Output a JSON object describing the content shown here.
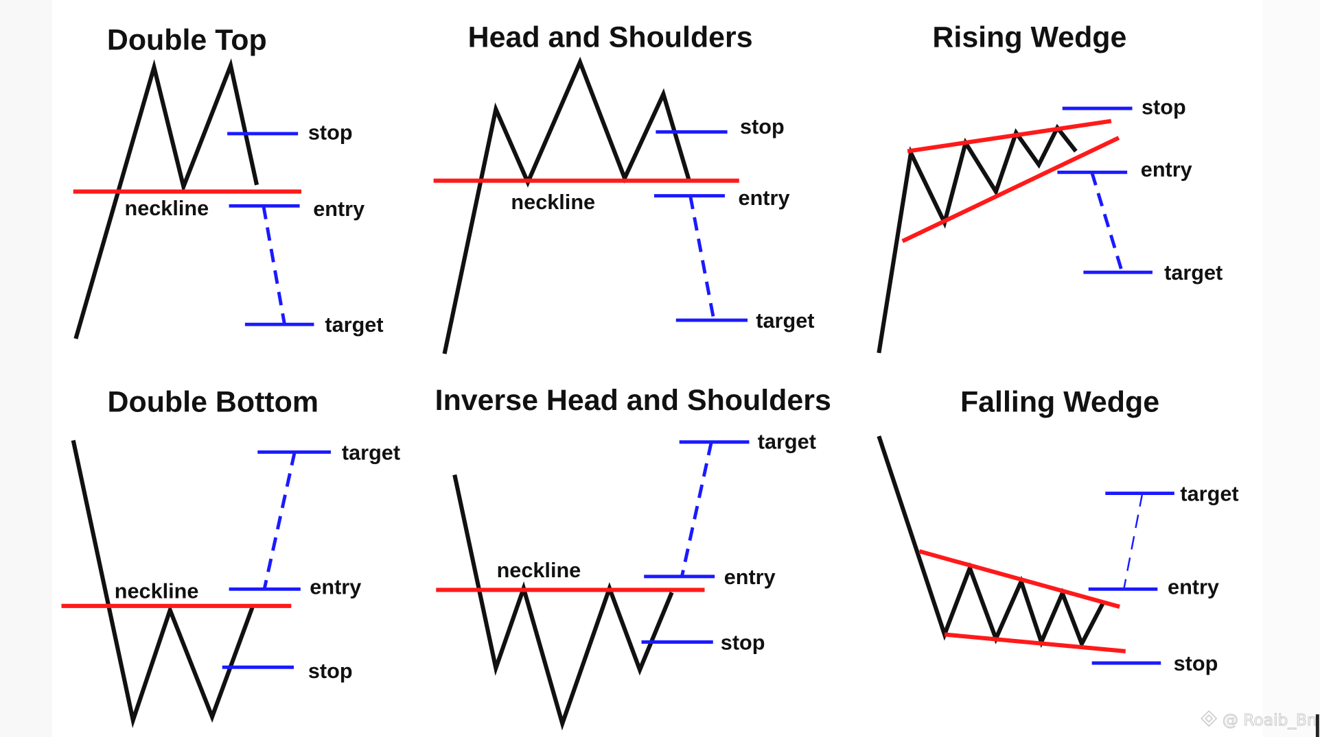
{
  "colors": {
    "price_line": "#111111",
    "neckline_trendline": "#ff1a1a",
    "level": "#1a1aff",
    "background": "#ffffff"
  },
  "patterns": [
    {
      "id": "double-top",
      "title": "Double Top",
      "neckline_label": "neckline",
      "stop": "stop",
      "entry": "entry",
      "target": "target"
    },
    {
      "id": "head-and-shoulders",
      "title": "Head and Shoulders",
      "neckline_label": "neckline",
      "stop": "stop",
      "entry": "entry",
      "target": "target"
    },
    {
      "id": "rising-wedge",
      "title": "Rising Wedge",
      "stop": "stop",
      "entry": "entry",
      "target": "target"
    },
    {
      "id": "double-bottom",
      "title": "Double Bottom",
      "neckline_label": "neckline",
      "target": "target",
      "entry": "entry",
      "stop": "stop"
    },
    {
      "id": "inverse-head-and-shoulders",
      "title": "Inverse Head and Shoulders",
      "neckline_label": "neckline",
      "target": "target",
      "entry": "entry",
      "stop": "stop"
    },
    {
      "id": "falling-wedge",
      "title": "Falling Wedge",
      "target": "target",
      "entry": "entry",
      "stop": "stop"
    }
  ],
  "watermark": {
    "text": "@ Roaib_Bn",
    "icon": "binance-logo-icon"
  }
}
